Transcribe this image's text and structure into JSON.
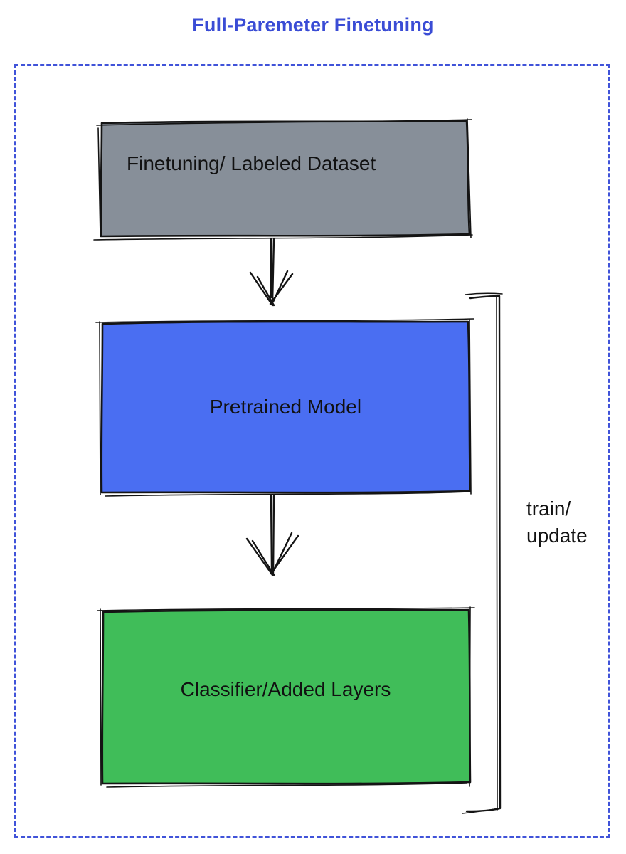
{
  "title": {
    "text": "Full-Paremeter Finetuning",
    "color": "#3a4cd5"
  },
  "diagram": {
    "border_color": "#4053d9",
    "stroke_color": "#141414",
    "boxes": [
      {
        "name": "finetuning-dataset",
        "label": "Finetuning/ Labeled Dataset",
        "fill": "#878f99"
      },
      {
        "name": "pretrained-model",
        "label": "Pretrained Model",
        "fill": "#4a6ef2"
      },
      {
        "name": "classifier-added-layers",
        "label": "Classifier/Added Layers",
        "fill": "#40bd59"
      }
    ],
    "icons": [
      "down-arrow-icon",
      "down-arrow-icon",
      "right-bracket-icon"
    ],
    "bracket_label": {
      "line1": "train/",
      "line2": "update"
    }
  }
}
